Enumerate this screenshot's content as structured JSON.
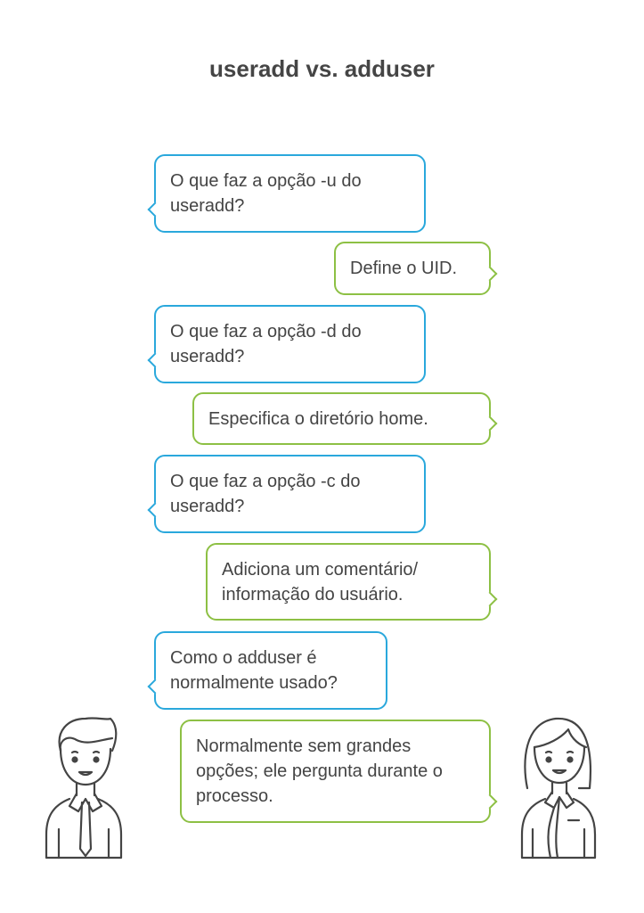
{
  "title": "useradd vs. adduser",
  "messages": [
    {
      "speaker": "left",
      "text": "O que faz a opção -u do useradd?"
    },
    {
      "speaker": "right",
      "text": "Define o UID."
    },
    {
      "speaker": "left",
      "text": "O que faz a opção -d do useradd?"
    },
    {
      "speaker": "right",
      "text": "Especifica o diretório home."
    },
    {
      "speaker": "left",
      "text": "O que faz a opção -c do useradd?"
    },
    {
      "speaker": "right",
      "text": "Adiciona um comentário/ informação do usuário."
    },
    {
      "speaker": "left",
      "text": "Como o adduser é normalmente usado?"
    },
    {
      "speaker": "right",
      "text": "Normalmente sem grandes opções; ele pergunta durante o processo."
    }
  ],
  "colors": {
    "question": "#2aa8dc",
    "answer": "#8dc044",
    "text": "#444444"
  }
}
